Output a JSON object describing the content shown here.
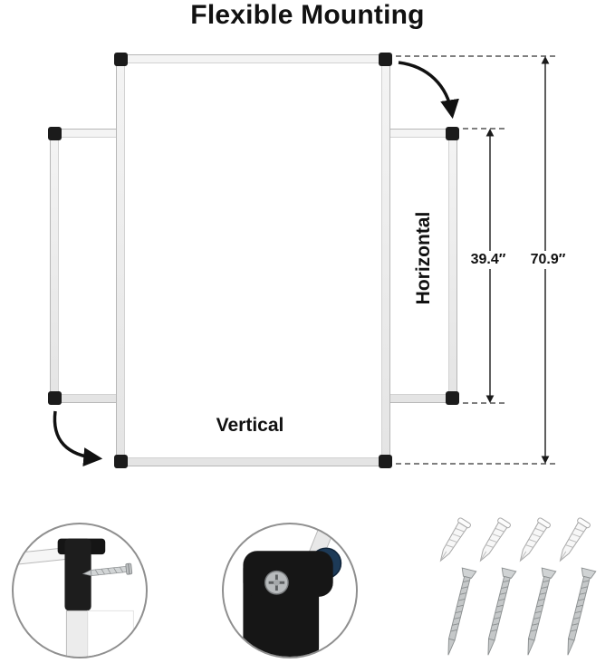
{
  "title": "Flexible Mounting",
  "diagram": {
    "orientation_labels": {
      "vertical": "Vertical",
      "horizontal": "Horizontal"
    },
    "dimensions": {
      "horizontal_height": "39.4″",
      "vertical_height": "70.9″"
    }
  },
  "colors": {
    "frame_fill": "#ededed",
    "frame_border": "#b7b7b7",
    "corner_cap": "#1b1b1b",
    "line": "#1a1a1a",
    "knob": "#1d3a57",
    "metal": "#c6c9ca"
  },
  "details": {
    "left": "corner-bracket-screw-detail",
    "middle": "corner-hinge-knob-detail"
  },
  "hardware": {
    "anchor_count": 4,
    "screw_count": 4
  }
}
